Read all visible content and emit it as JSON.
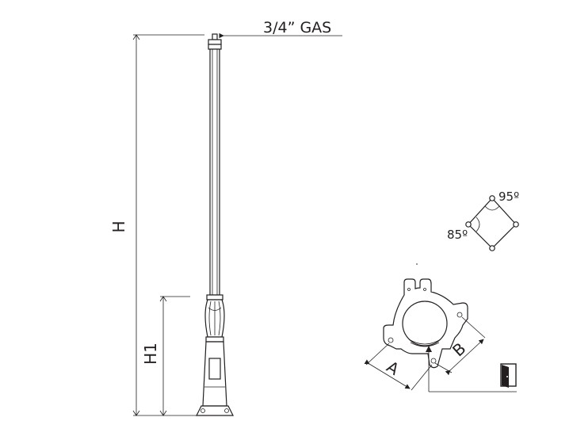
{
  "labels": {
    "gas": "3/4” GAS",
    "height_total": "H",
    "height_base": "H1",
    "angle_top": "95º",
    "angle_left": "85º",
    "dim_a": "A",
    "dim_b": "B"
  },
  "colors": {
    "line": "#231f20",
    "background": "#ffffff"
  },
  "icons": {
    "door": "door-icon"
  }
}
